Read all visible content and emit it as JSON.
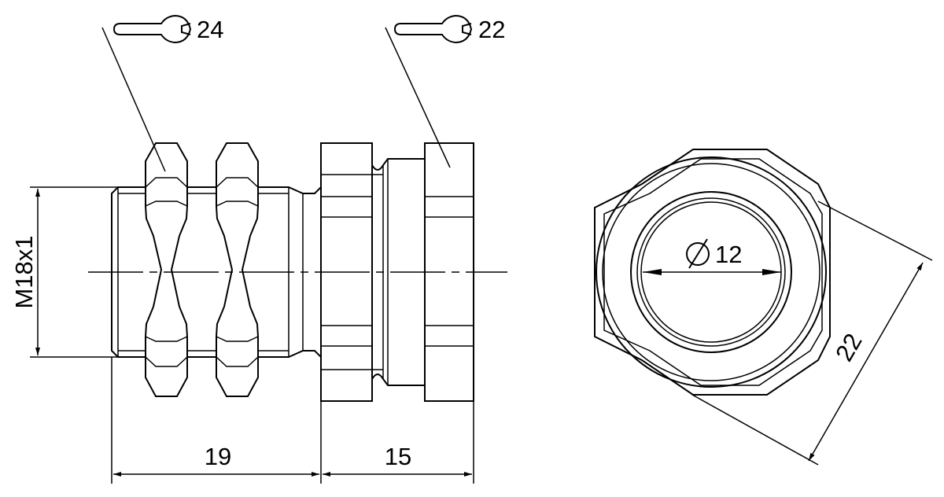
{
  "labels": {
    "wrench_left": "24",
    "wrench_right": "22",
    "thread": "M18x1",
    "length_a": "19",
    "length_b": "15",
    "inner_diameter": "12",
    "across_flats": "22"
  },
  "icons": {
    "wrench_left": "wrench-icon",
    "wrench_right": "wrench-icon",
    "diameter": "diameter-symbol-icon"
  }
}
